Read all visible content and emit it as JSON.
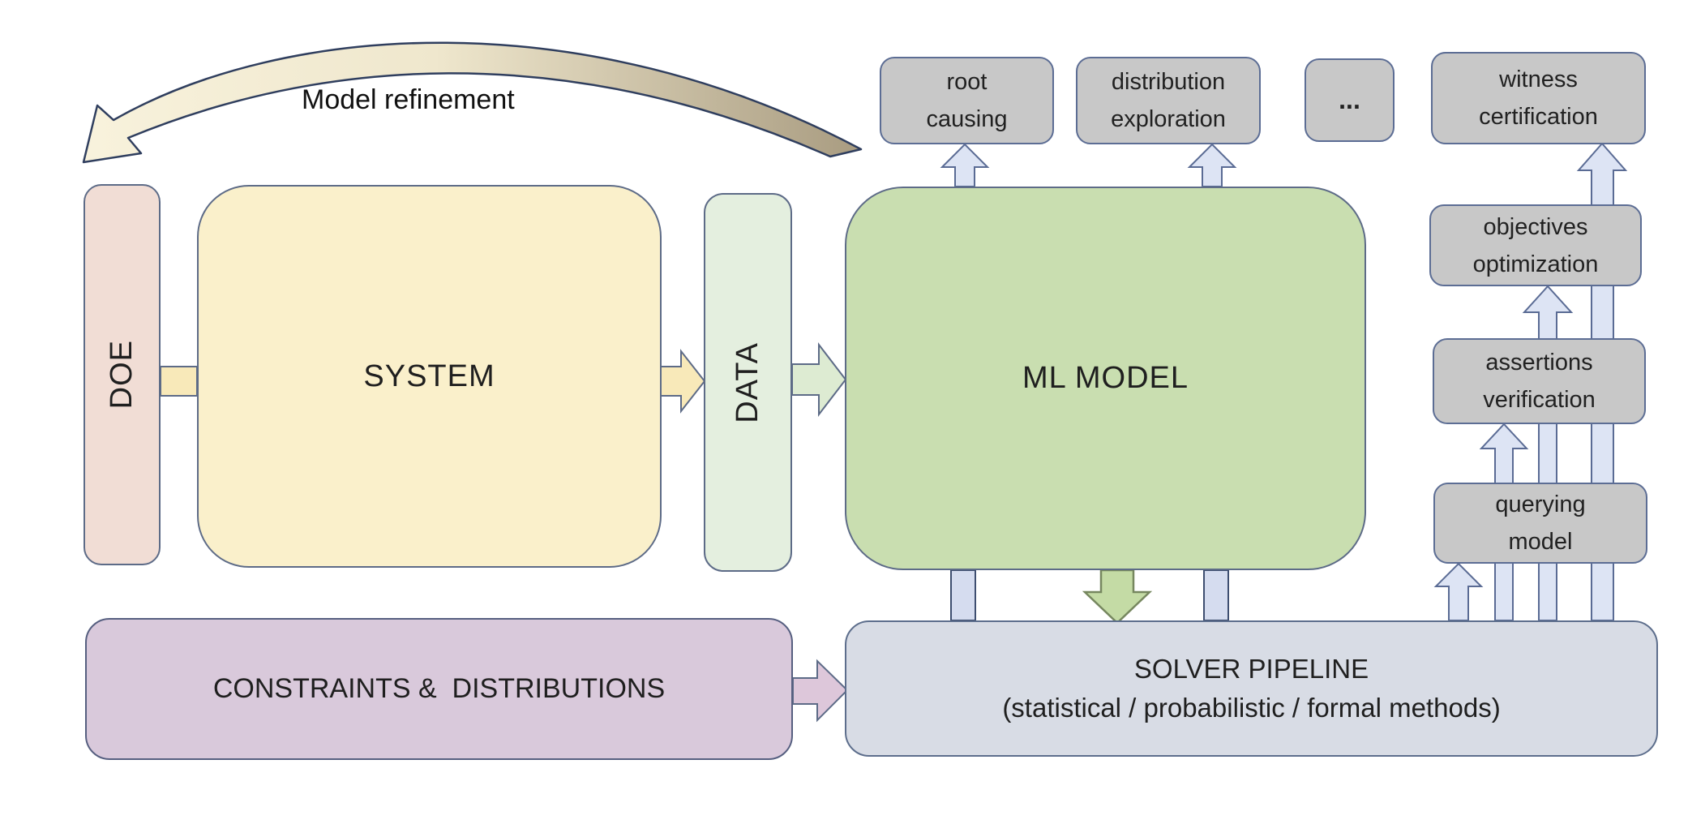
{
  "refinement": {
    "label": "Model refinement"
  },
  "pipeline": {
    "doe": {
      "label": "DOE"
    },
    "system": {
      "label": "SYSTEM"
    },
    "data": {
      "label": "DATA"
    },
    "ml_model": {
      "label": "ML MODEL"
    },
    "constraints": {
      "label": "CONSTRAINTS &  DISTRIBUTIONS"
    },
    "solver": {
      "line1": "SOLVER PIPELINE",
      "line2": "(statistical / probabilistic / formal methods)"
    }
  },
  "analysis_tasks": [
    {
      "line1": "root",
      "line2": "causing"
    },
    {
      "line1": "distribution",
      "line2": "exploration"
    },
    {
      "line1": "..."
    },
    {
      "line1": "witness",
      "line2": "certification"
    }
  ],
  "solver_stack": [
    {
      "line1": "objectives",
      "line2": "optimization"
    },
    {
      "line1": "assertions",
      "line2": "verification"
    },
    {
      "line1": "querying",
      "line2": "model"
    }
  ],
  "colors": {
    "doe_fill": "#f1ddd5",
    "system_fill": "#faf0cb",
    "data_fill": "#e4efdf",
    "ml_fill": "#c9deb0",
    "gray_box_fill": "#c8c8c8",
    "constraints_fill": "#d9c9db",
    "solver_fill": "#d8dce5",
    "blue_arrow_fill": "#dde4f4",
    "blue_arrow_border": "#5a6b94",
    "yellow_arrow_fill": "#f8e9b9",
    "green_arrow_fill": "#c4dba5",
    "purple_arrow_fill": "#ddc7da",
    "refine_arrow_tan": "#a99c81",
    "refine_arrow_cream": "#f8f2dc",
    "box_border": "#5d6b87"
  }
}
